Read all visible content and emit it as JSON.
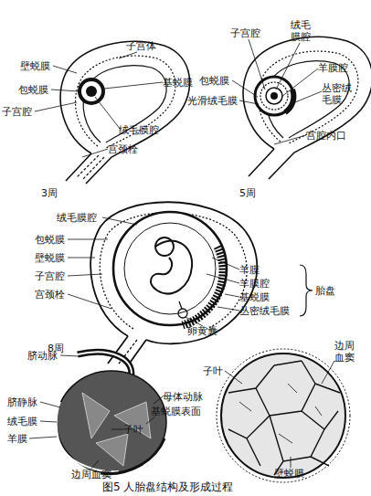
{
  "diagram": {
    "caption": "图5 人胎盘结构及形成过程",
    "labels": [
      "子宫体",
      "壁蜕膜",
      "基蜕膜",
      "包蜕膜",
      "子宫腔",
      "绒毛膜腔",
      "宫颈栓",
      "3周",
      "子宫腔",
      "绒毛 膜腔",
      "羊膜腔",
      "包蜕膜",
      "光滑绒毛膜",
      "丛密绒 毛膜",
      "宫腔内口",
      "5周",
      "绒毛膜腔",
      "包蜕膜",
      "壁蜕膜",
      "子宫腔",
      "宫颈栓",
      "羊膜",
      "羊膜腔",
      "基蜕膜",
      "丛密绒毛膜",
      "胎盘",
      "卵黄囊",
      "8周",
      "脐动脉",
      "脐静脉",
      "绒毛膜",
      "羊膜",
      "子叶",
      "母体动脉",
      "基蜕膜表面",
      "边周血窦",
      "边周 血窦",
      "子叶",
      "壁蜕膜"
    ]
  }
}
